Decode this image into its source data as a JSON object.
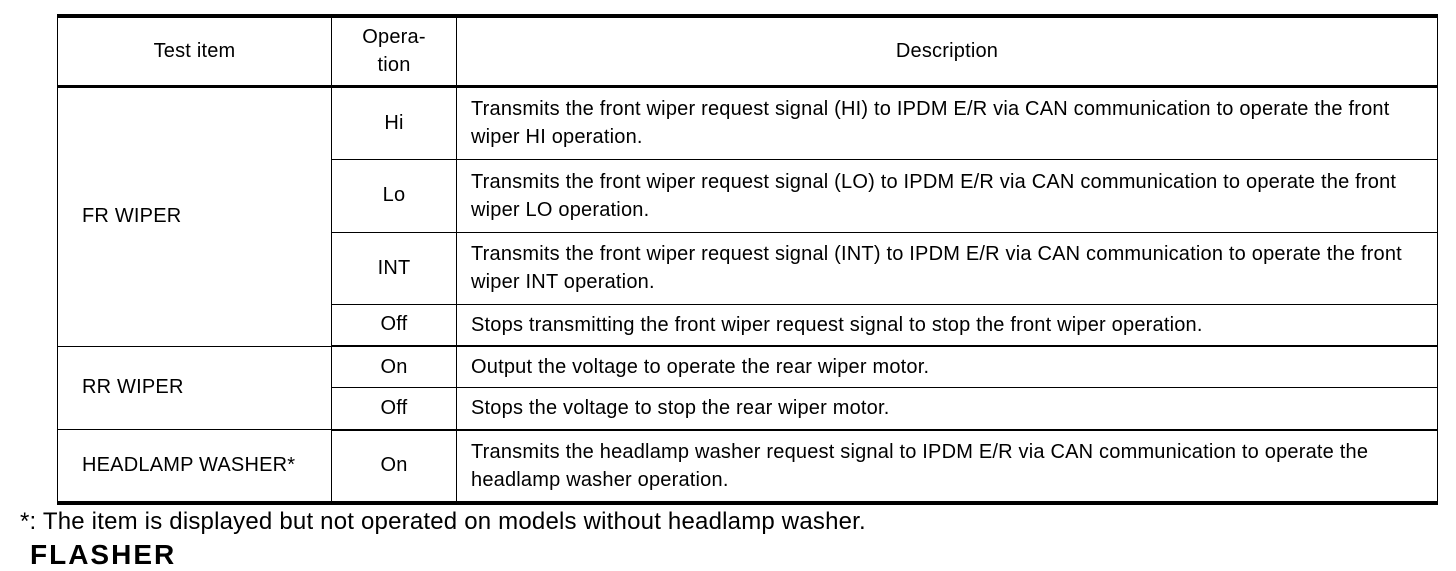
{
  "table": {
    "columns": {
      "test_item": "Test item",
      "operation": "Opera-\ntion",
      "description": "Description"
    },
    "groups": [
      {
        "test_item": "FR WIPER",
        "rows": [
          {
            "operation": "Hi",
            "description": "Transmits the front wiper request signal (HI) to IPDM E/R via CAN communication to operate the front wiper HI operation."
          },
          {
            "operation": "Lo",
            "description": "Transmits the front wiper request signal (LO) to IPDM E/R via CAN communication to operate the front wiper LO operation."
          },
          {
            "operation": "INT",
            "description": "Transmits the front wiper request signal (INT) to IPDM E/R via CAN communication to operate the front wiper INT operation."
          },
          {
            "operation": "Off",
            "description": "Stops transmitting the front wiper request signal to stop the front wiper operation."
          }
        ]
      },
      {
        "test_item": "RR WIPER",
        "rows": [
          {
            "operation": "On",
            "description": "Output the voltage to operate the rear wiper motor."
          },
          {
            "operation": "Off",
            "description": "Stops the voltage to stop the rear wiper motor."
          }
        ]
      },
      {
        "test_item": "HEADLAMP WASHER*",
        "rows": [
          {
            "operation": "On",
            "description": "Transmits the headlamp washer request signal to IPDM E/R via CAN communication to operate the headlamp washer operation."
          }
        ]
      }
    ]
  },
  "footnote": "*: The item is displayed but not operated on models without headlamp washer.",
  "clipped_heading": "FLASHER",
  "colors": {
    "ink": "#000000",
    "paper": "#ffffff"
  }
}
